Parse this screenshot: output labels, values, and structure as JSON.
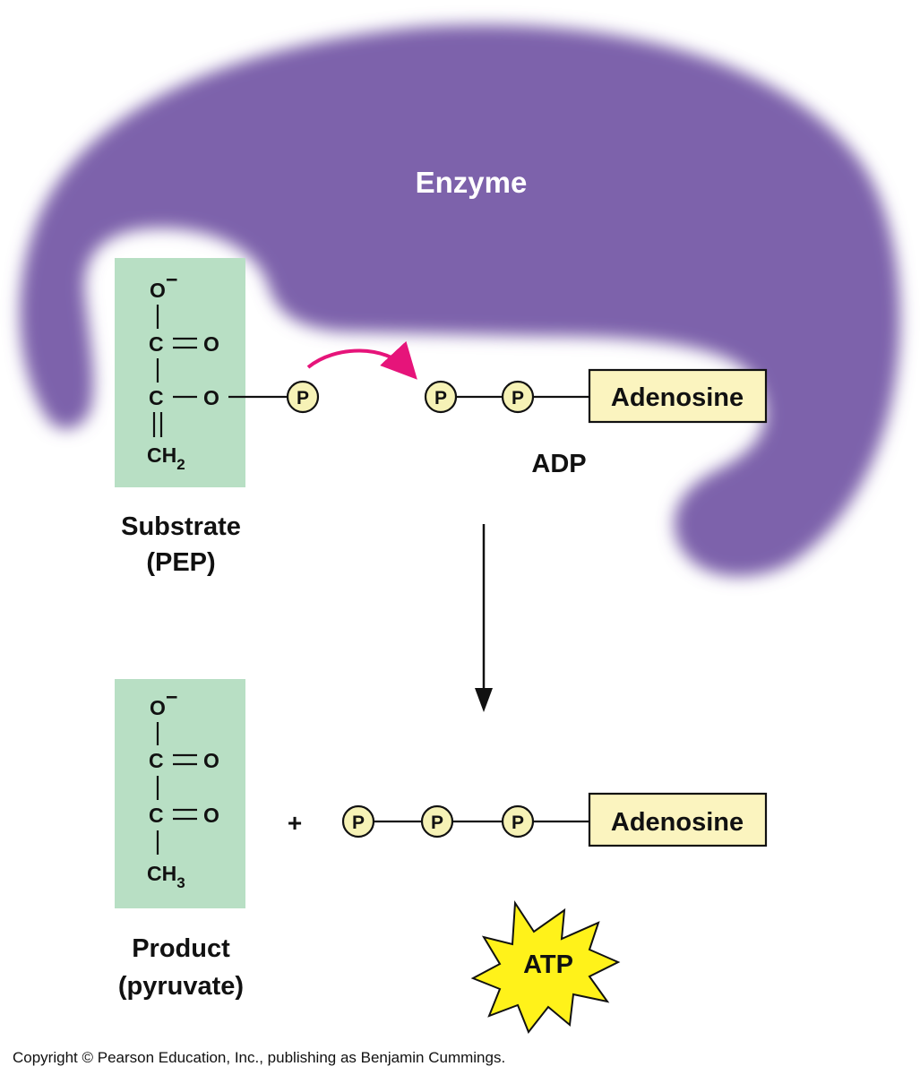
{
  "enzyme": {
    "label": "Enzyme",
    "color": "#7d62ab"
  },
  "substrate": {
    "atoms": {
      "o_minus": "O",
      "minus_sign": "−",
      "c1": "C",
      "o1": "O",
      "c2": "C",
      "o2": "O",
      "ch2": "CH",
      "ch2_sub": "2"
    },
    "name_line1": "Substrate",
    "name_line2": "(PEP)",
    "box_color": "#b8dfc4"
  },
  "phosphate": {
    "symbol": "P",
    "fill": "#f6f2b6"
  },
  "adp": {
    "adenosine_label": "Adenosine",
    "name": "ADP",
    "box_color": "#fbf4bf"
  },
  "transfer_arrow_color": "#e6147a",
  "product": {
    "atoms": {
      "o_minus": "O",
      "minus_sign": "−",
      "c1": "C",
      "o1": "O",
      "c2": "C",
      "o2": "O",
      "ch3": "CH",
      "ch3_sub": "3"
    },
    "name_line1": "Product",
    "name_line2": "(pyruvate)",
    "box_color": "#b8dfc4"
  },
  "plus_sign": "+",
  "atp": {
    "adenosine_label": "Adenosine",
    "badge_label": "ATP",
    "badge_color": "#fff21a"
  },
  "copyright": "Copyright © Pearson Education, Inc., publishing as Benjamin Cummings."
}
